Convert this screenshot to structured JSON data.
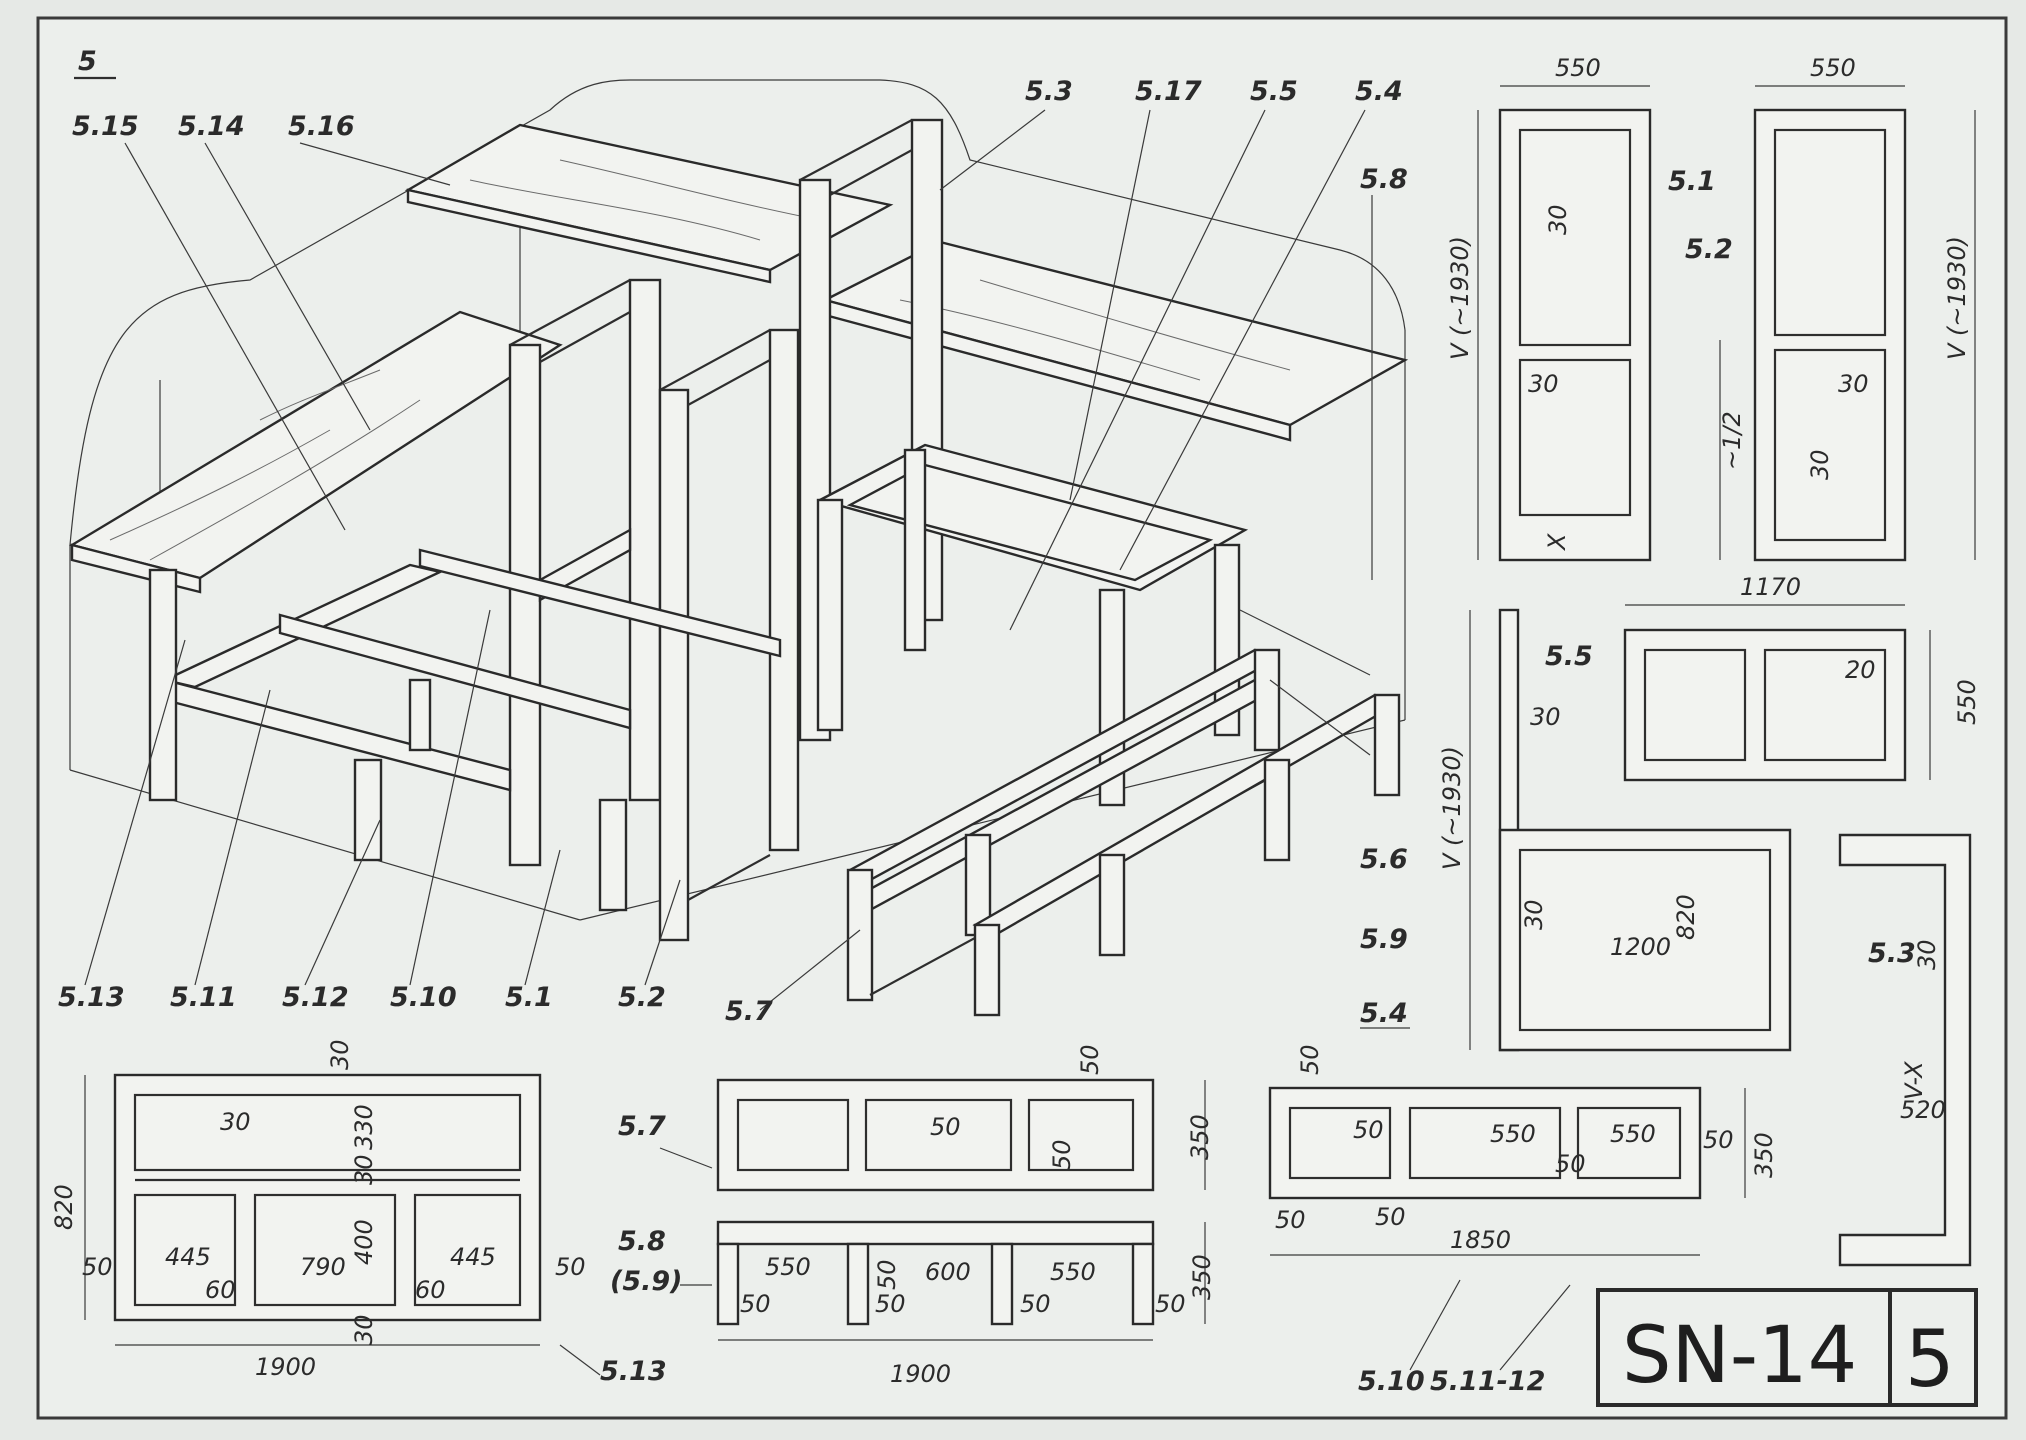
{
  "sheet": {
    "number": "5",
    "title_code": "SN-14",
    "title_page": "5"
  },
  "iso_labels": {
    "l515": "5.15",
    "l514": "5.14",
    "l516": "5.16",
    "l53": "5.3",
    "l517": "5.17",
    "l55": "5.5",
    "l54": "5.4",
    "l58": "5.8",
    "l56": "5.6",
    "l59": "5.9",
    "l513": "5.13",
    "l511": "5.11",
    "l512": "5.12",
    "l510": "5.10",
    "l51": "5.1",
    "l52": "5.2",
    "l57": "5.7"
  },
  "panel_51_52": {
    "w1": "550",
    "w2": "550",
    "h1": "V (~1930)",
    "h2": "V (~1930)",
    "t1": "30",
    "t2": "30",
    "t3": "30",
    "t4": "30",
    "half": "~1/2",
    "x": "X",
    "lab51": "5.1",
    "lab52": "5.2"
  },
  "panel_55_54": {
    "w": "1170",
    "d": "550",
    "t": "20",
    "lab55": "5.5",
    "h": "V (~1930)",
    "t30a": "30",
    "t30b": "30",
    "h820": "820",
    "w1200": "1200",
    "lab54": "5.4"
  },
  "panel_53": {
    "lab": "5.3",
    "t": "30",
    "vx": "V-X",
    "w": "520"
  },
  "panel_bottom_left": {
    "h820": "820",
    "w1900": "1900",
    "t30a": "30",
    "h330": "330",
    "t30b": "30",
    "h400": "400",
    "t30c": "30",
    "t30d": "30",
    "w445a": "445",
    "w790": "790",
    "w445b": "445",
    "w60a": "60",
    "w60b": "60",
    "w50a": "50",
    "w50b": "50",
    "lab": "5.13"
  },
  "panel_57": {
    "lab": "5.7",
    "t50a": "50",
    "t50b": "50",
    "t50c": "50",
    "h350": "350"
  },
  "panel_58": {
    "lab": "5.8",
    "lab2": "(5.9)",
    "w550a": "550",
    "w600": "600",
    "w550b": "550",
    "t50a": "50",
    "t50b": "50",
    "t50c": "50",
    "t50d": "50",
    "t50e": "50",
    "h350": "350",
    "w1900": "1900"
  },
  "panel_510": {
    "t50a": "50",
    "t50b": "50",
    "t50c": "50",
    "t50d": "50",
    "t50e": "50",
    "t50f": "50",
    "w550a": "550",
    "w550b": "550",
    "h350": "350",
    "w1850": "1850",
    "lab510": "5.10",
    "lab511": "5.11-12"
  }
}
